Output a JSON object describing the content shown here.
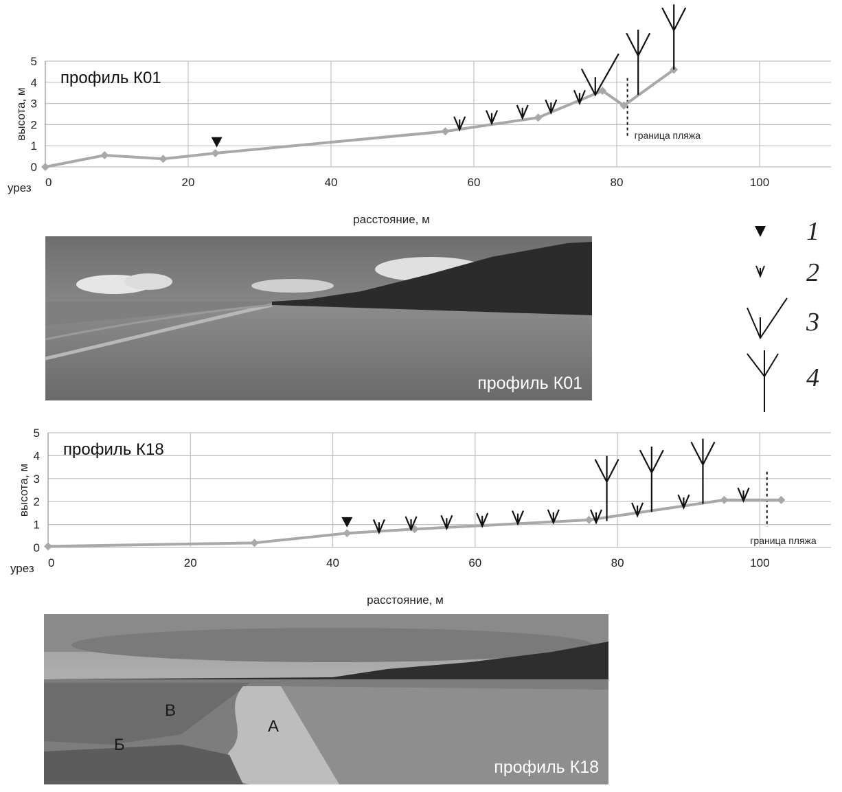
{
  "chart_data": [
    {
      "type": "line",
      "title": "профиль К01",
      "xlabel": "расстояние, м",
      "ylabel": "высота, м",
      "origin_label": "урез",
      "xlim": [
        0,
        110
      ],
      "ylim": [
        0,
        5
      ],
      "xticks": [
        "0",
        "20",
        "40",
        "60",
        "80",
        "100"
      ],
      "yticks": [
        "0",
        "1",
        "2",
        "3",
        "4",
        "5"
      ],
      "series": [
        {
          "x": [
            0,
            8.3,
            16.5,
            23.8,
            56,
            69,
            78,
            81,
            88
          ],
          "y": [
            0,
            0.55,
            0.38,
            0.65,
            1.68,
            2.33,
            3.6,
            2.9,
            4.6
          ]
        }
      ],
      "grid": true,
      "boundary": {
        "x": 81.5,
        "label": "граница пляжа"
      },
      "markers": [
        {
          "type": 1,
          "x": 24,
          "y": 1.15
        },
        {
          "type": 2,
          "x": 58,
          "y": 2.05
        },
        {
          "type": 2,
          "x": 62.5,
          "y": 2.35
        },
        {
          "type": 2,
          "x": 66.8,
          "y": 2.6
        },
        {
          "type": 2,
          "x": 70.8,
          "y": 2.85
        },
        {
          "type": 2,
          "x": 74.8,
          "y": 3.3
        },
        {
          "type": 3,
          "x": 77,
          "y": 3.4
        },
        {
          "type": 4,
          "x": 83,
          "y": 3.4
        },
        {
          "type": 4,
          "x": 88,
          "y": 4.6
        }
      ]
    },
    {
      "type": "line",
      "title": "профиль К18",
      "xlabel": "расстояние, м",
      "ylabel": "высота, м",
      "origin_label": "урез",
      "xlim": [
        0,
        110
      ],
      "ylim": [
        0,
        5
      ],
      "xticks": [
        "0",
        "20",
        "40",
        "60",
        "80",
        "100"
      ],
      "yticks": [
        "0",
        "1",
        "2",
        "3",
        "4",
        "5"
      ],
      "series": [
        {
          "x": [
            0,
            29,
            42,
            51.5,
            76,
            95,
            103
          ],
          "y": [
            0.05,
            0.2,
            0.62,
            0.8,
            1.2,
            2.07,
            2.07
          ]
        }
      ],
      "grid": true,
      "boundary": {
        "x": 101,
        "label": "граница пляжа"
      },
      "markers": [
        {
          "type": 1,
          "x": 42,
          "y": 1.08
        },
        {
          "type": 2,
          "x": 46.5,
          "y": 0.92
        },
        {
          "type": 2,
          "x": 51,
          "y": 1.05
        },
        {
          "type": 2,
          "x": 56,
          "y": 1.1
        },
        {
          "type": 2,
          "x": 61,
          "y": 1.2
        },
        {
          "type": 2,
          "x": 66,
          "y": 1.3
        },
        {
          "type": 2,
          "x": 71,
          "y": 1.35
        },
        {
          "type": 2,
          "x": 77,
          "y": 1.35
        },
        {
          "type": 4,
          "x": 78.5,
          "y": 1.15
        },
        {
          "type": 2,
          "x": 82.8,
          "y": 1.65
        },
        {
          "type": 4,
          "x": 84.8,
          "y": 1.55
        },
        {
          "type": 2,
          "x": 89.3,
          "y": 2.0
        },
        {
          "type": 4,
          "x": 92,
          "y": 1.9
        },
        {
          "type": 2,
          "x": 97.7,
          "y": 2.3
        }
      ]
    }
  ],
  "legend": [
    {
      "symbol": "triangle",
      "label": "1"
    },
    {
      "symbol": "small-fork",
      "label": "2"
    },
    {
      "symbol": "shrub",
      "label": "3"
    },
    {
      "symbol": "tree",
      "label": "4"
    }
  ],
  "photos": [
    {
      "caption": "профиль К01"
    },
    {
      "caption": "профиль К18",
      "letters": [
        "А",
        "Б",
        "В"
      ]
    }
  ],
  "colors": {
    "profile_line": "#a8a8a8",
    "grid": "#c0c0c0",
    "symbols": "#111111"
  }
}
